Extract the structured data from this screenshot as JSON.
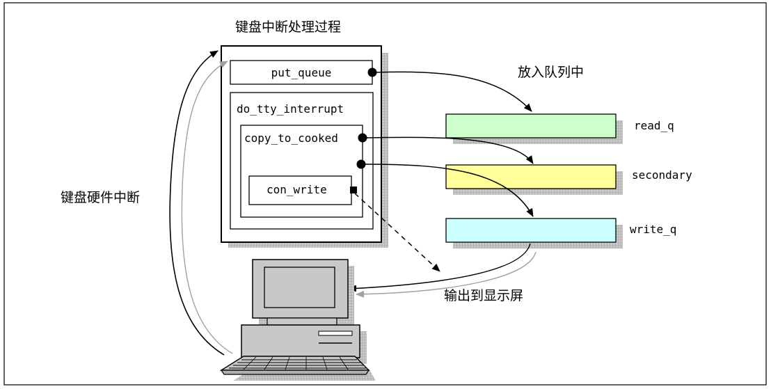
{
  "title": "键盘中断处理过程",
  "left_label": "键盘硬件中断",
  "queue_label": "放入队列中",
  "output_label": "输出到显示屏",
  "functions": {
    "put_queue": "put_queue",
    "do_tty_interrupt": "do_tty_interrupt",
    "copy_to_cooked": "copy_to_cooked",
    "con_write": "con_write"
  },
  "queues": [
    {
      "label": "read_q",
      "color": "#ccffcc"
    },
    {
      "label": "secondary",
      "color": "#ffff99"
    },
    {
      "label": "write_q",
      "color": "#ccffff"
    }
  ],
  "colors": {
    "line": "#000000",
    "shadow_arrow": "#a0a0a0",
    "shadow_fill": "#b4b4b4"
  }
}
